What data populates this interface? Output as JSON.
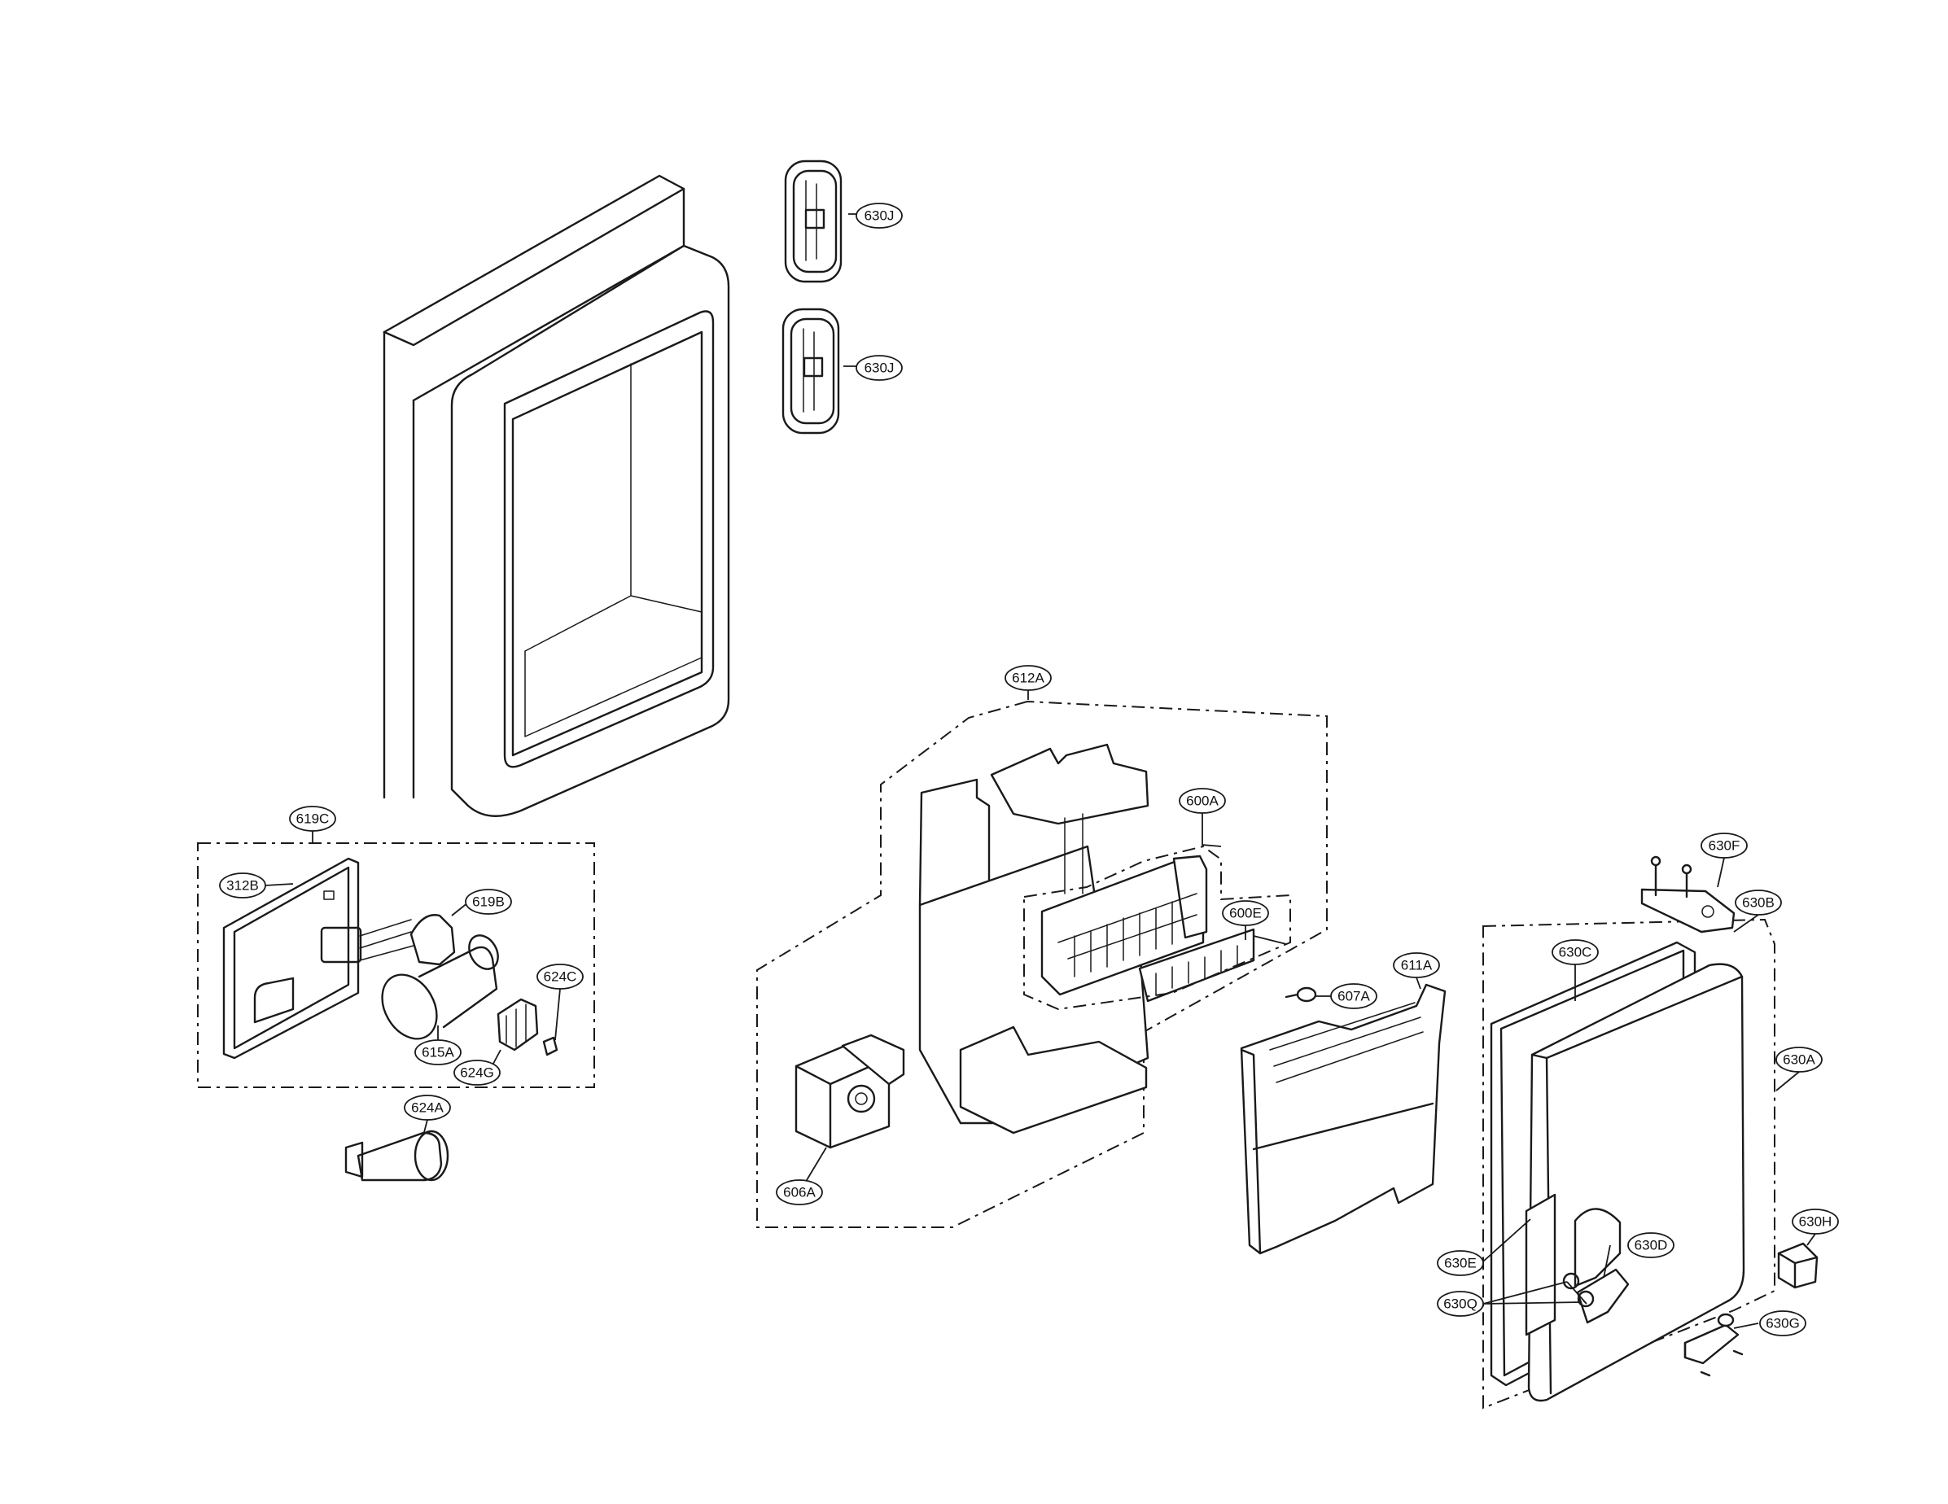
{
  "labels": {
    "c630J_top": "630J",
    "c630J_bottom": "630J",
    "c612A": "612A",
    "c600A": "600A",
    "c600E": "600E",
    "c619C": "619C",
    "c312B": "312B",
    "c619B": "619B",
    "c615A": "615A",
    "c624C": "624C",
    "c624G": "624G",
    "c624A": "624A",
    "c606A": "606A",
    "c607A": "607A",
    "c611A": "611A",
    "c630F": "630F",
    "c630B": "630B",
    "c630C": "630C",
    "c630A": "630A",
    "c630H": "630H",
    "c630D": "630D",
    "c630E": "630E",
    "c630Q": "630Q",
    "c630G": "630G"
  }
}
